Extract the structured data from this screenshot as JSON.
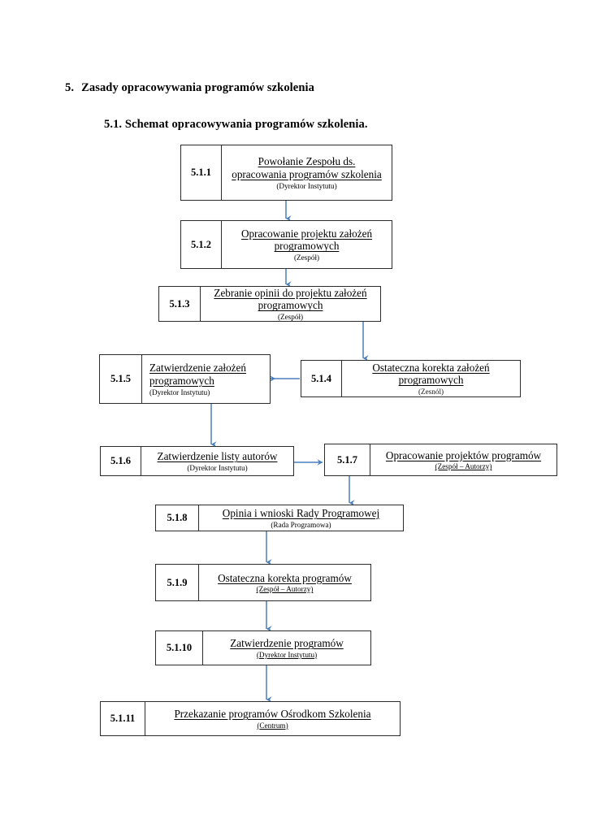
{
  "document": {
    "heading_number": "5.",
    "heading_title": "Zasady opracowywania programów szkolenia",
    "subheading": "5.1. Schemat opracowywania programów szkolenia."
  },
  "theme": {
    "connector_color": "#4a7ebb",
    "border_color": "#2b2b2b",
    "page_background": "#ffffff",
    "text_color": "#000000"
  },
  "flowchart": {
    "type": "process-flow",
    "steps": [
      {
        "id": "5.1.1",
        "lines": [
          "Powołanie Zespołu ds.",
          "opracowania  programów szkolenia"
        ],
        "actor": "(Dyrektor Instytutu)",
        "actor_underlined": false,
        "align": "center"
      },
      {
        "id": "5.1.2",
        "lines": [
          "Opracowanie projektu założeń",
          "programowych"
        ],
        "actor": "(Zespół)",
        "actor_underlined": false,
        "align": "center"
      },
      {
        "id": "5.1.3",
        "lines": [
          "Zebranie opinii do projektu założeń",
          " programowych"
        ],
        "actor": "(Zespół)",
        "actor_underlined": false,
        "align": "center"
      },
      {
        "id": "5.1.4",
        "lines": [
          "Ostateczna korekta założeń",
          " programowych"
        ],
        "actor": "(Zesnól)",
        "actor_underlined": false,
        "align": "center"
      },
      {
        "id": "5.1.5",
        "lines": [
          "Zatwierdzenie założeń",
          "programowych"
        ],
        "actor": "(Dyrektor Instytutu)",
        "actor_underlined": false,
        "align": "left"
      },
      {
        "id": "5.1.6",
        "lines": [
          "Zatwierdzenie listy autorów"
        ],
        "actor": "(Dyrektor Instytutu)",
        "actor_underlined": false,
        "align": "center"
      },
      {
        "id": "5.1.7",
        "lines": [
          "Opracowanie projektów programów"
        ],
        "actor": "(Zespół – Autorzy)",
        "actor_underlined": true,
        "align": "center"
      },
      {
        "id": "5.1.8",
        "lines": [
          "Opinia i wnioski Rady Programowej"
        ],
        "actor": "(Rada Programowa)",
        "actor_underlined": false,
        "align": "center"
      },
      {
        "id": "5.1.9",
        "lines": [
          "Ostateczna korekta programów"
        ],
        "actor": "(Zespół – Autorzy)",
        "actor_underlined": true,
        "align": "center"
      },
      {
        "id": "5.1.10",
        "lines": [
          "Zatwierdzenie programów"
        ],
        "actor": "(Dyrektor Instytutu)",
        "actor_underlined": true,
        "align": "center"
      },
      {
        "id": "5.1.11",
        "lines": [
          "Przekazanie programów Ośrodkom Szkolenia"
        ],
        "actor": " (Centrum)",
        "actor_underlined": true,
        "align": "center"
      }
    ],
    "connections": [
      {
        "from": "5.1.1",
        "to": "5.1.2",
        "direction": "down"
      },
      {
        "from": "5.1.2",
        "to": "5.1.3",
        "direction": "down"
      },
      {
        "from": "5.1.3",
        "to": "5.1.4",
        "direction": "down"
      },
      {
        "from": "5.1.4",
        "to": "5.1.5",
        "direction": "left"
      },
      {
        "from": "5.1.5",
        "to": "5.1.6",
        "direction": "down"
      },
      {
        "from": "5.1.6",
        "to": "5.1.7",
        "direction": "right"
      },
      {
        "from": "5.1.7",
        "to": "5.1.8",
        "direction": "down"
      },
      {
        "from": "5.1.8",
        "to": "5.1.9",
        "direction": "down"
      },
      {
        "from": "5.1.9",
        "to": "5.1.10",
        "direction": "down"
      },
      {
        "from": "5.1.10",
        "to": "5.1.11",
        "direction": "down"
      }
    ]
  }
}
